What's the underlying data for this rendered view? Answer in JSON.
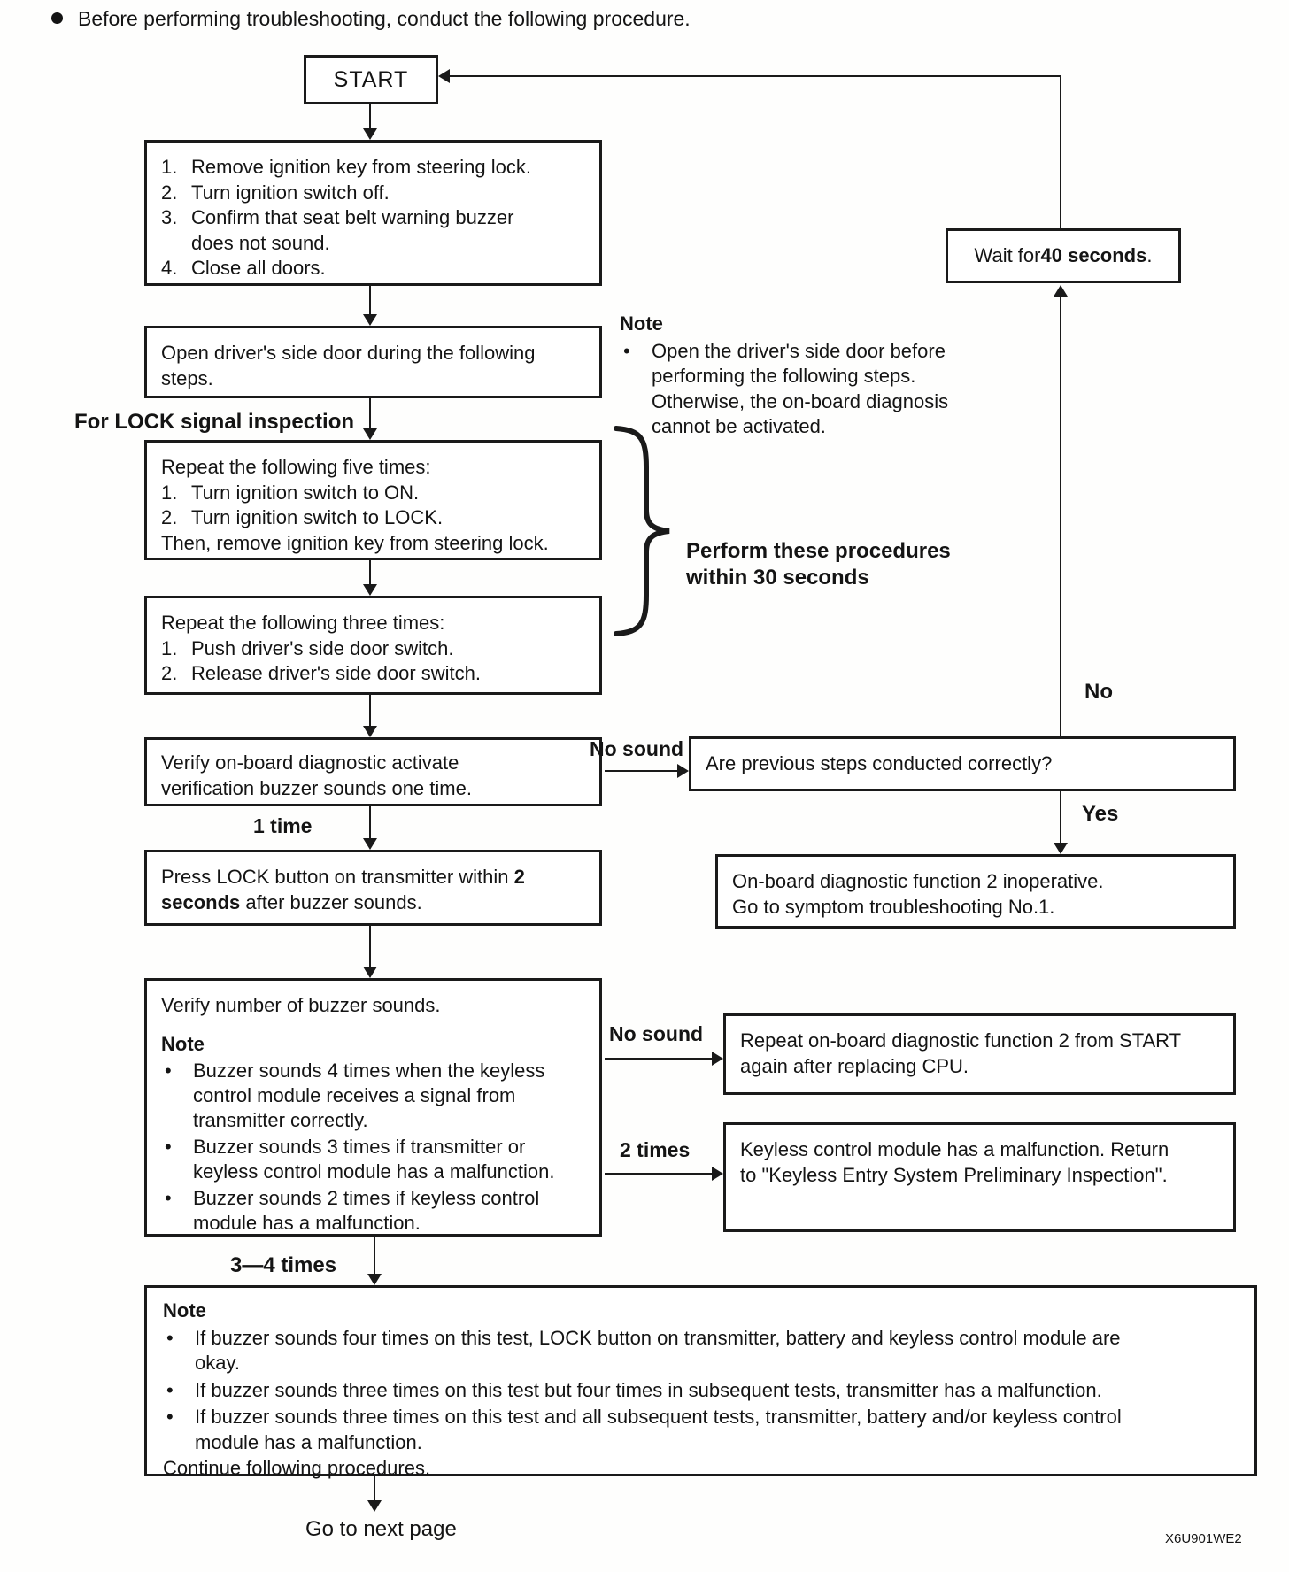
{
  "chars": {
    "bullet": "•"
  },
  "page": {
    "header": "Before performing troubleshooting, conduct the following procedure.",
    "go_next": "Go to next page",
    "figure_code": "X6U901WE2"
  },
  "labels": {
    "lock_signal": "For LOCK signal inspection",
    "no_sound_1": "No sound",
    "one_time": "1 time",
    "no_sound_2": "No sound",
    "two_times": "2 times",
    "three_four_times": "3—4 times",
    "no": "No",
    "yes": "Yes",
    "brace_note": "Perform these procedures within 30 seconds"
  },
  "nodes": {
    "start": "START",
    "prepare": {
      "items": [
        {
          "n": "1.",
          "t": "Remove ignition key from steering lock."
        },
        {
          "n": "2.",
          "t": "Turn ignition switch off."
        },
        {
          "n": "3.",
          "t": "Confirm that seat belt warning buzzer does not sound."
        },
        {
          "n": "4.",
          "t": "Close all doors."
        }
      ]
    },
    "open_door": "Open driver's side door during the following steps.",
    "side_note": {
      "heading": "Note",
      "text": "Open the driver's side door before performing the following steps. Otherwise, the on-board diagnosis cannot be activated."
    },
    "repeat_five": {
      "intro": "Repeat the following five times:",
      "items": [
        {
          "n": "1.",
          "t": "Turn ignition switch to ON."
        },
        {
          "n": "2.",
          "t": "Turn ignition switch to LOCK."
        }
      ],
      "outro": "Then, remove ignition key from steering lock."
    },
    "repeat_three": {
      "intro": "Repeat the following three times:",
      "items": [
        {
          "n": "1.",
          "t": "Push driver's side door switch."
        },
        {
          "n": "2.",
          "t": "Release driver's side door switch."
        }
      ]
    },
    "verify_once": "Verify on-board diagnostic activate verification buzzer sounds one time.",
    "wait": {
      "pre": "Wait for ",
      "bold": "40 seconds",
      "post": "."
    },
    "question": "Are previous steps conducted correctly?",
    "inoperative": {
      "line1": "On-board diagnostic function 2 inoperative.",
      "line2": "Go to symptom troubleshooting No.1."
    },
    "press_lock": {
      "pre": "Press LOCK button on transmitter within ",
      "bold": "2 seconds",
      "post": " after buzzer sounds."
    },
    "verify_count": {
      "title": "Verify number of buzzer sounds.",
      "note_heading": "Note",
      "bullets": [
        "Buzzer sounds 4 times when the keyless control module receives a signal from transmitter correctly.",
        "Buzzer sounds 3 times if transmitter or keyless control module has a malfunction.",
        "Buzzer sounds 2 times if keyless control module has a malfunction."
      ]
    },
    "replace_cpu": "Repeat on-board diagnostic function 2 from START again after replacing CPU.",
    "keyless_malfunction": "Keyless control module has a malfunction. Return to \"Keyless Entry System Preliminary Inspection\".",
    "bottom_note": {
      "heading": "Note",
      "bullets": [
        "If buzzer sounds four times on this test, LOCK button on transmitter, battery and keyless control module are okay.",
        "If buzzer sounds three times on this test but four times in subsequent tests, transmitter has a malfunction.",
        "If buzzer sounds three times on this test and all subsequent tests, transmitter, battery and/or keyless control module has a malfunction."
      ],
      "outro": "Continue following procedures."
    }
  }
}
